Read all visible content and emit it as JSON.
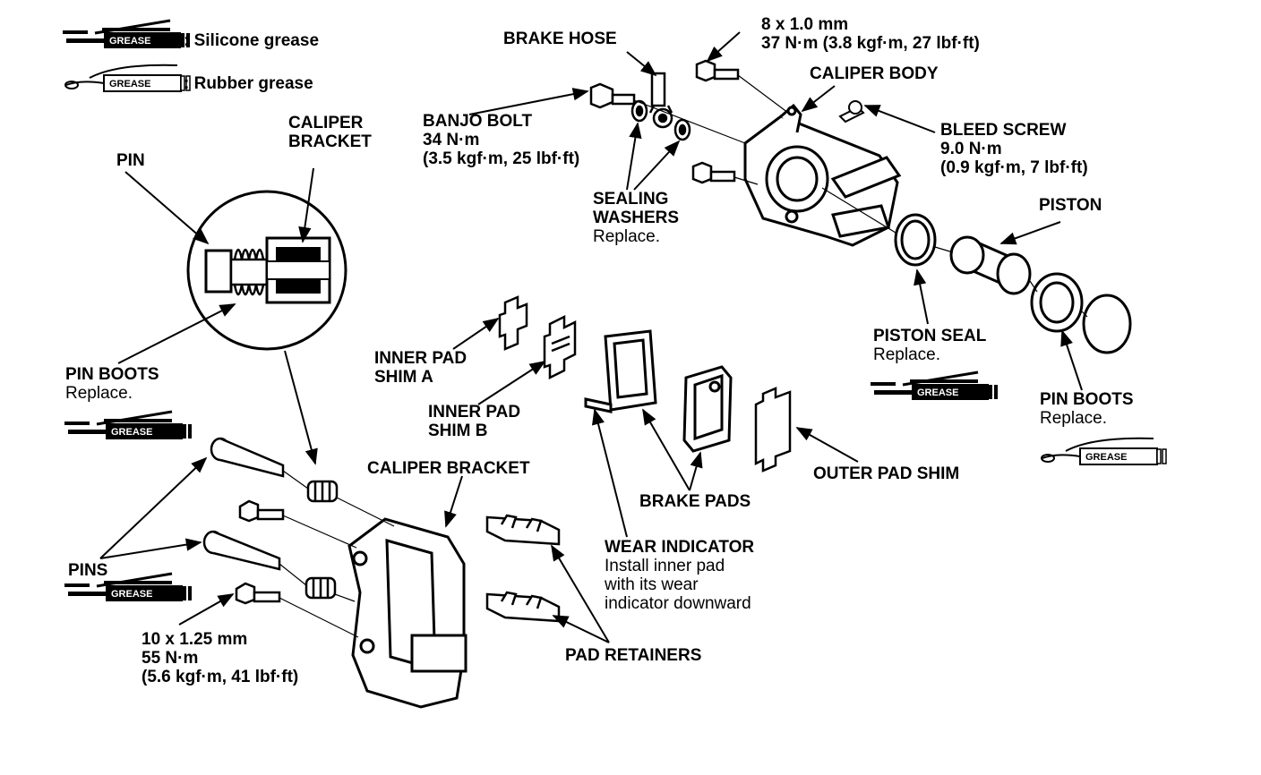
{
  "legend": {
    "grease_tag": "GREASE",
    "silicone": ": Silicone grease",
    "rubber": ": Rubber grease"
  },
  "labels": {
    "brake_hose": "BRAKE HOSE",
    "bolt_spec": [
      "8 x 1.0 mm",
      "37 N·m (3.8 kgf·m, 27 lbf·ft)"
    ],
    "caliper_body": "CALIPER BODY",
    "banjo_bolt": [
      "BANJO BOLT",
      "34 N·m",
      "(3.5 kgf·m, 25 lbf·ft)"
    ],
    "bleed_screw": [
      "BLEED SCREW",
      "9.0 N·m",
      "(0.9 kgf·m, 7 lbf·ft)"
    ],
    "sealing_washers": [
      "SEALING",
      "WASHERS"
    ],
    "replace": "Replace.",
    "piston": "PISTON",
    "caliper_bracket_top": [
      "CALIPER",
      "BRACKET"
    ],
    "pin": "PIN",
    "piston_seal": "PISTON SEAL",
    "pin_boots": "PIN BOOTS",
    "inner_pad_shim_a": [
      "INNER PAD",
      "SHIM A"
    ],
    "inner_pad_shim_b": [
      "INNER PAD",
      "SHIM B"
    ],
    "outer_pad_shim": "OUTER PAD SHIM",
    "caliper_bracket": "CALIPER BRACKET",
    "brake_pads": "BRAKE PADS",
    "wear_indicator": "WEAR INDICATOR",
    "wear_indicator_note": [
      "Install inner pad",
      "with its wear",
      "indicator downward"
    ],
    "pins": "PINS",
    "pin_bolt_spec": [
      "10 x 1.25 mm",
      "55 N·m",
      "(5.6 kgf·m, 41 lbf·ft)"
    ],
    "pad_retainers": "PAD RETAINERS"
  }
}
